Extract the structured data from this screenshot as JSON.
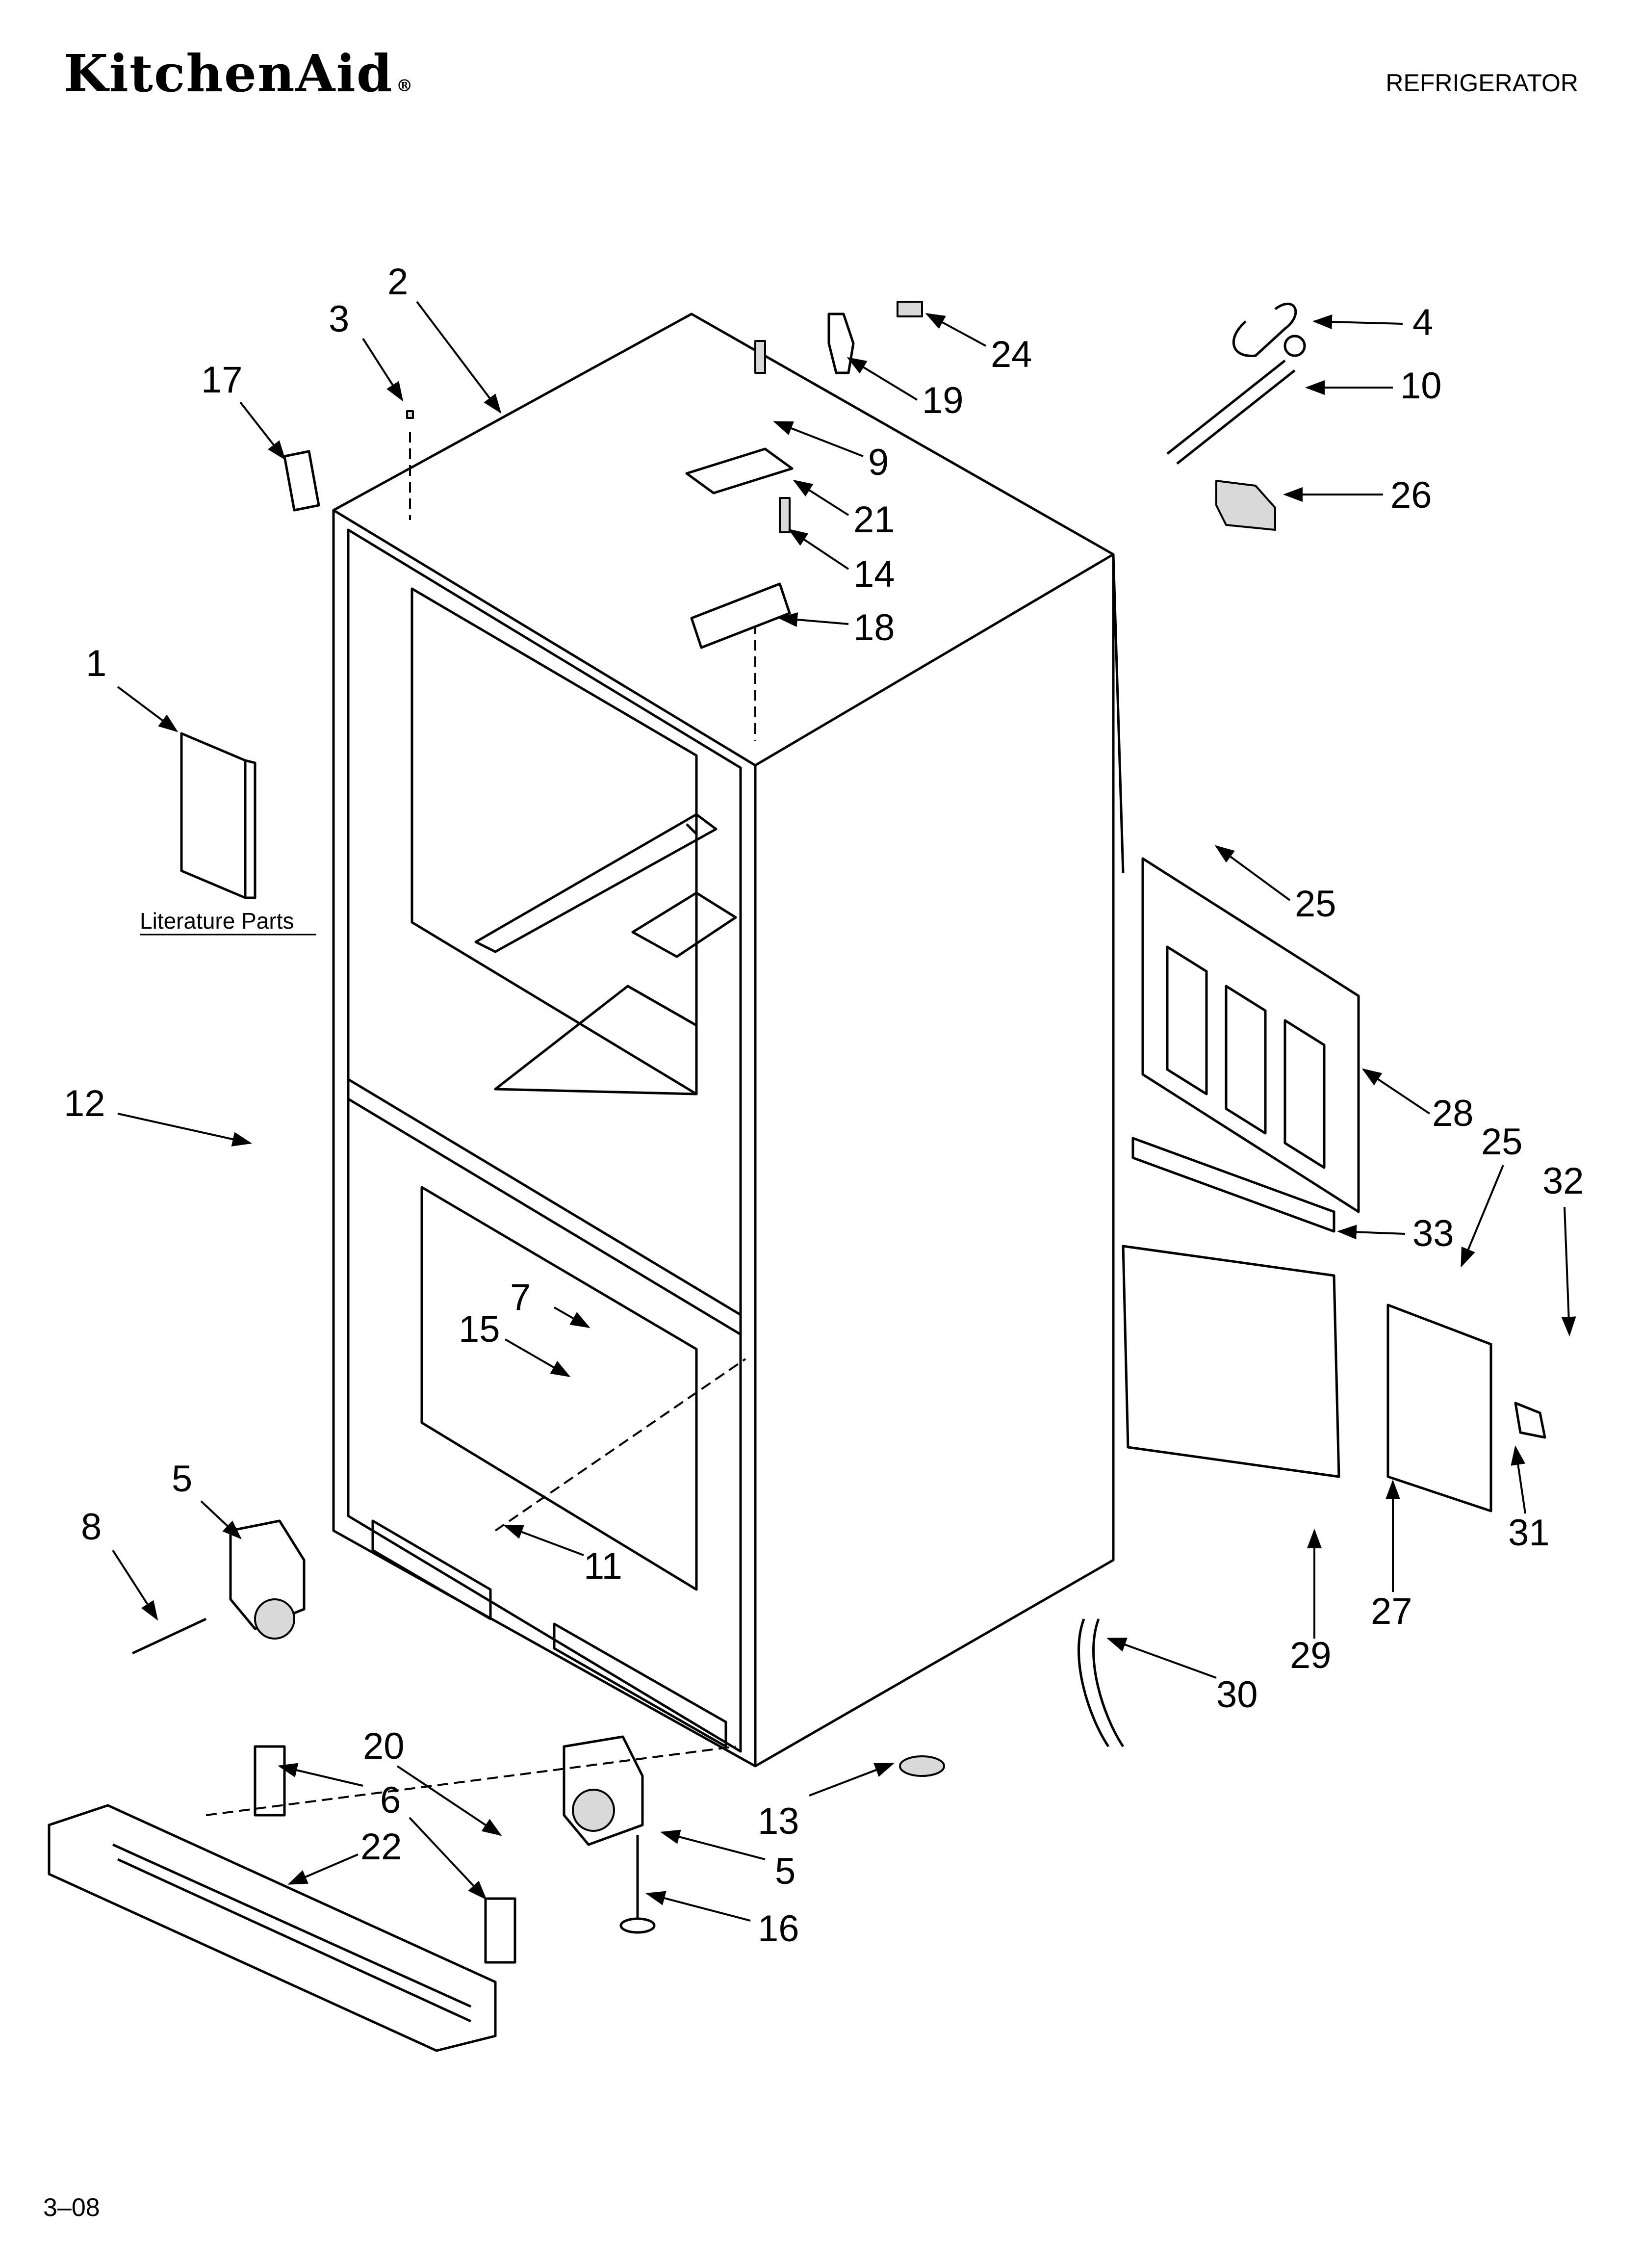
{
  "header": {
    "brand": "KitchenAid",
    "brand_mark": "®",
    "document_type": "REFRIGERATOR"
  },
  "literature_label": "Literature Parts",
  "footer": {
    "date_code": "3–08"
  },
  "callouts": [
    "1",
    "2",
    "3",
    "4",
    "5",
    "5",
    "6",
    "7",
    "8",
    "9",
    "10",
    "11",
    "12",
    "13",
    "14",
    "15",
    "16",
    "17",
    "18",
    "19",
    "20",
    "21",
    "22",
    "24",
    "25",
    "25",
    "26",
    "27",
    "28",
    "29",
    "30",
    "31",
    "32",
    "33"
  ]
}
